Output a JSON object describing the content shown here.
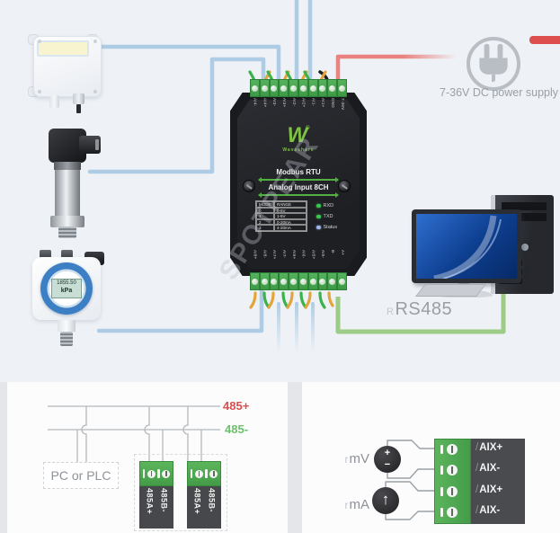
{
  "colors": {
    "top_bg": "#eef1f6",
    "bottom_bg": "#e4e6ea",
    "panel_bg": "#fcfcfd",
    "wire_blue": "#aecde4",
    "wire_green": "#9ccd87",
    "wire_red": "#e8837f",
    "pigtail_green": "#3bb24a",
    "pigtail_yellow": "#e2a53c",
    "terminal_green": "#4ea64e",
    "device_black": "#1a1b1e",
    "brand_green": "#7dc242",
    "bus_plus_red": "#d84f4f",
    "bus_minus_green": "#6cbf6c",
    "icon_gray": "#b9bec4",
    "text_gray": "#9aa0a6"
  },
  "watermark": {
    "text": "SPOTPEAR"
  },
  "sensors": {
    "lcd_value": "1855.50",
    "lcd_unit": "kPa"
  },
  "power": {
    "label": "7-36V DC power supply"
  },
  "rs485": {
    "prefix": "R",
    "label": "RS485"
  },
  "device": {
    "logo_mark": "W",
    "reg": "®",
    "brand": "Waveshare",
    "title": "Modbus RTU",
    "subtitle": "Analog Input 8CH",
    "top_terminals": [
      "AI4-",
      "AI4+",
      "AI3-",
      "AI3+",
      "AI2-",
      "AI2+",
      "AI1-",
      "AI1+",
      "GND",
      "7-36V"
    ],
    "bottom_terminals": [
      "AI8+",
      "AI8-",
      "AI7+",
      "AI7-",
      "AI6+",
      "AI6-",
      "AI5+",
      "AI5-",
      "B-",
      "A+"
    ],
    "mode_table": {
      "headers": [
        "MODE",
        "RANGE"
      ],
      "rows": [
        [
          "0",
          "0-5V"
        ],
        [
          "1",
          "1-5V"
        ],
        [
          "2",
          "0-20mA"
        ],
        [
          "3",
          "4-20mA"
        ]
      ]
    },
    "leds": [
      {
        "label": "RXD",
        "color": "#39c84e"
      },
      {
        "label": "TXD",
        "color": "#39c84e"
      },
      {
        "label": "Status",
        "color": "#9fb6e8"
      }
    ]
  },
  "panel_485": {
    "bus_plus": "485+",
    "bus_minus": "485-",
    "box_label": "PC or PLC",
    "block1_labels": [
      "485A+",
      "485B-"
    ],
    "block2_labels": [
      "485A+",
      "485B-"
    ]
  },
  "panel_aix": {
    "source_mv": {
      "prefix": "r",
      "label": "mV",
      "plus": "+",
      "minus": "−"
    },
    "source_ma": {
      "prefix": "r",
      "label": "mA",
      "arrow": "↑"
    },
    "pin_prefix": "/",
    "pin_labels": [
      "AIX+",
      "AIX-",
      "AIX+",
      "AIX-"
    ]
  }
}
